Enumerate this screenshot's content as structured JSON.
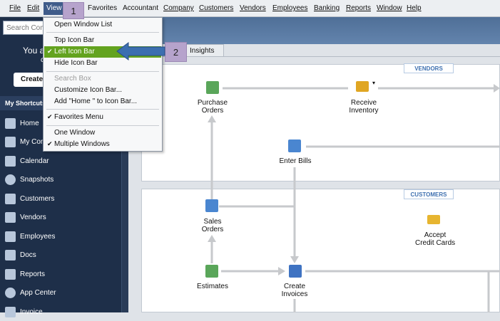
{
  "menubar": {
    "items": [
      "File",
      "Edit",
      "View",
      "Favorites",
      "Accountant",
      "Company",
      "Customers",
      "Vendors",
      "Employees",
      "Banking",
      "Reports",
      "Window",
      "Help"
    ]
  },
  "sidebar": {
    "search_placeholder": "Search Com",
    "you_text": "You a",
    "you_sub": "c",
    "create_label": "Create",
    "shortcuts_label": "My Shortcuts",
    "items": [
      "Home",
      "My Com",
      "Calendar",
      "Snapshots",
      "Customers",
      "Vendors",
      "Employees",
      "Docs",
      "Reports",
      "App Center",
      "Invoice"
    ]
  },
  "tabs": {
    "insights": "Insights"
  },
  "view_menu": {
    "items": [
      {
        "label": "Open Window List",
        "checked": false
      },
      {
        "label": "Top Icon Bar",
        "checked": false
      },
      {
        "label": "Left Icon Bar",
        "checked": true
      },
      {
        "label": "Hide Icon Bar",
        "checked": false
      },
      {
        "label": "Search Box",
        "checked": false
      },
      {
        "label": "Customize Icon Bar...",
        "checked": false
      },
      {
        "label": "Add \"Home \" to Icon Bar...",
        "checked": false
      },
      {
        "label": "Favorites Menu",
        "checked": true
      },
      {
        "label": "One Window",
        "checked": false
      },
      {
        "label": "Multiple Windows",
        "checked": true
      }
    ]
  },
  "vendors": {
    "tag": "VENDORS",
    "purchase_orders": "Purchase\nOrders",
    "receive_inventory": "Receive\nInventory",
    "enter_bills": "Enter Bills"
  },
  "customers": {
    "tag": "CUSTOMERS",
    "sales_orders": "Sales\nOrders",
    "accept_cc": "Accept\nCredit Cards",
    "estimates": "Estimates",
    "create_invoices": "Create\nInvoices"
  },
  "callouts": {
    "one": "1",
    "two": "2"
  },
  "colors": {
    "sidebar": "#1e2f49",
    "highlight": "#63a31f",
    "callout": "#b6a3cc",
    "arrow": "#3c6fb0"
  }
}
